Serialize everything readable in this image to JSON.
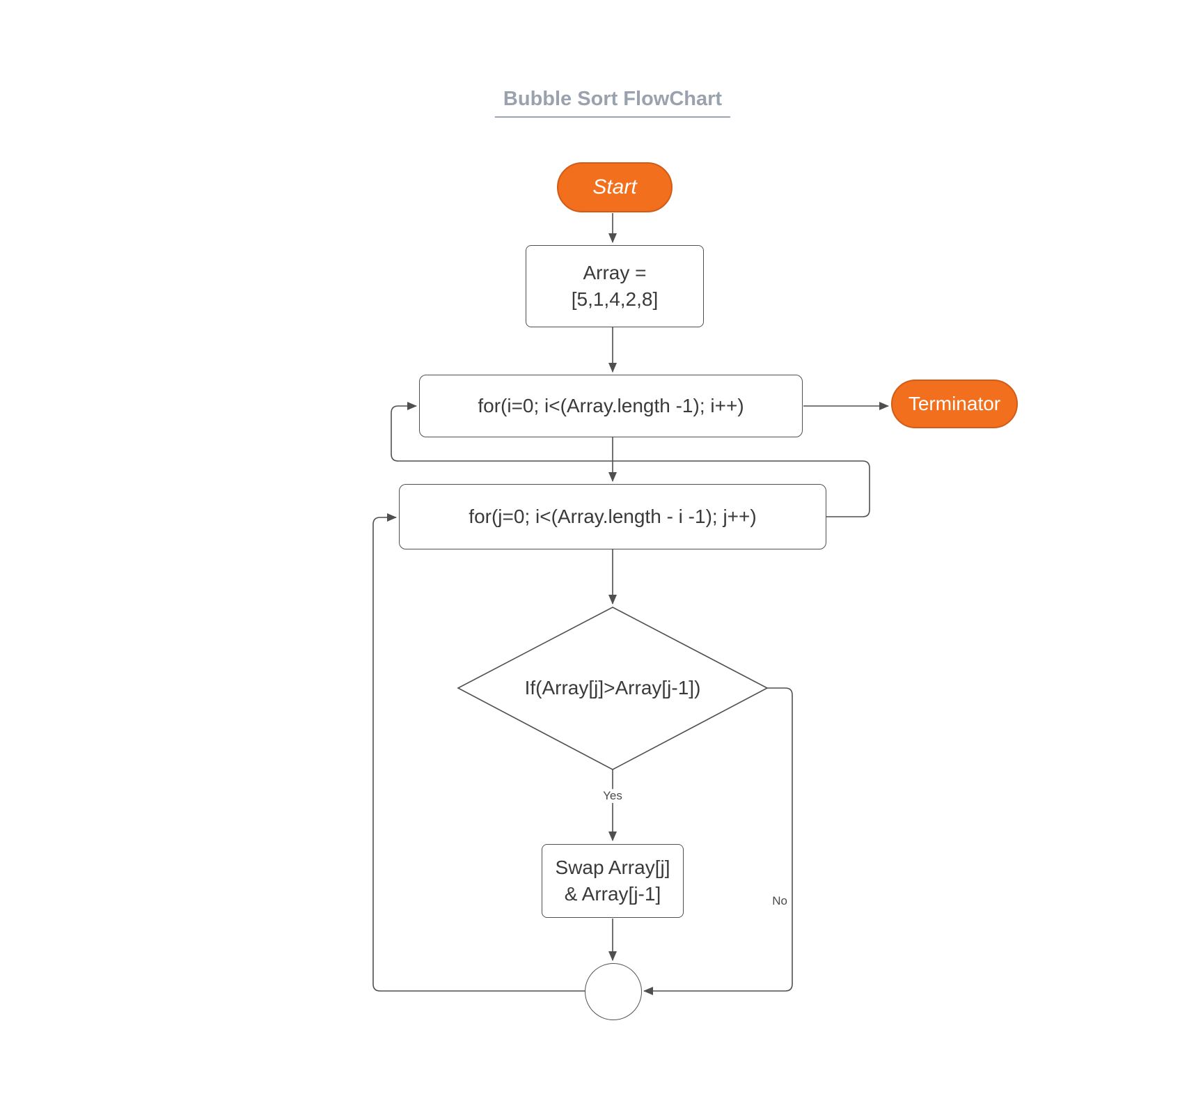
{
  "title": "Bubble Sort FlowChart",
  "colors": {
    "accent_fill": "#F2701D",
    "accent_stroke": "#D05C17",
    "shape_stroke": "#4f4f4f",
    "text": "#3a3a3a",
    "title_text": "#9aa2ae",
    "background": "#ffffff"
  },
  "nodes": {
    "start": {
      "label": "Start"
    },
    "array": {
      "label": "Array =\n[5,1,4,2,8]"
    },
    "for_i": {
      "label": "for(i=0; i<(Array.length -1); i++)"
    },
    "terminator": {
      "label": "Terminator"
    },
    "for_j": {
      "label": "for(j=0; i<(Array.length - i -1); j++)"
    },
    "condition": {
      "label": "If(Array[j]>Array[j-1])"
    },
    "swap": {
      "label": "Swap Array[j]\n& Array[j-1]"
    }
  },
  "edges": {
    "yes_label": "Yes",
    "no_label": "No"
  }
}
